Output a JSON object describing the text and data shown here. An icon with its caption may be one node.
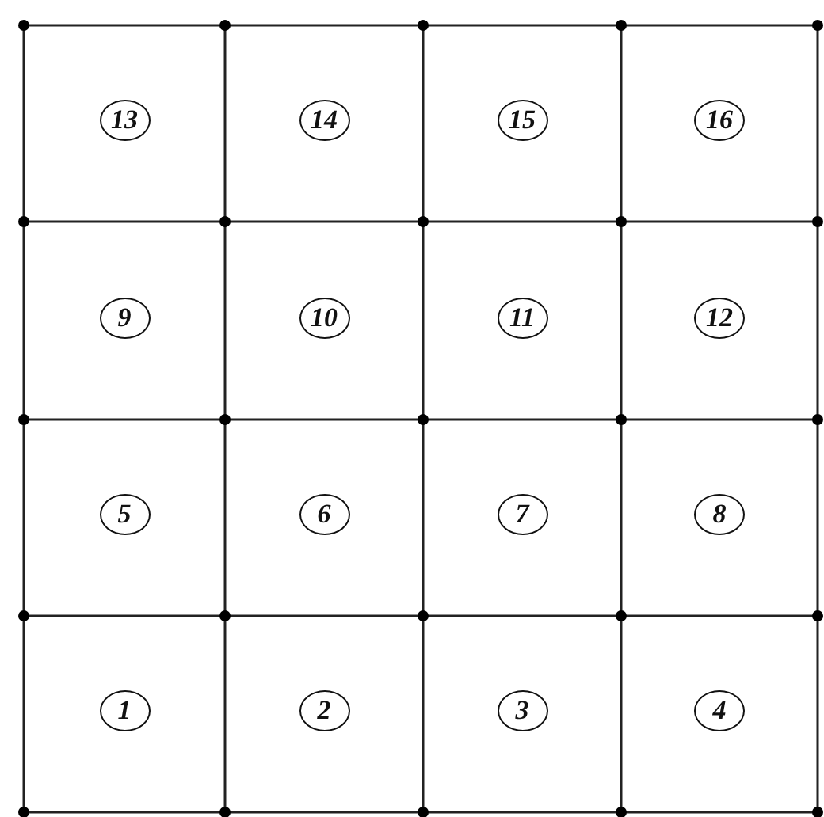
{
  "diagram": {
    "nodes": [
      {
        "text": [
          "13"
        ]
      },
      {
        "text": [
          "14"
        ]
      },
      {
        "text": [
          "15"
        ]
      },
      {
        "text": [
          "16"
        ]
      },
      {
        "text": [
          "9"
        ]
      },
      {
        "text": [
          "10"
        ]
      },
      {
        "text": [
          "11"
        ]
      },
      {
        "text": [
          "12"
        ]
      },
      {
        "text": [
          "5"
        ]
      },
      {
        "text": [
          "6"
        ]
      },
      {
        "text": [
          "7"
        ]
      },
      {
        "text": [
          "8"
        ]
      },
      {
        "text": [
          "1"
        ]
      },
      {
        "text": [
          "2"
        ]
      },
      {
        "text": [
          "3"
        ]
      },
      {
        "text": [
          "4"
        ]
      }
    ]
  }
}
